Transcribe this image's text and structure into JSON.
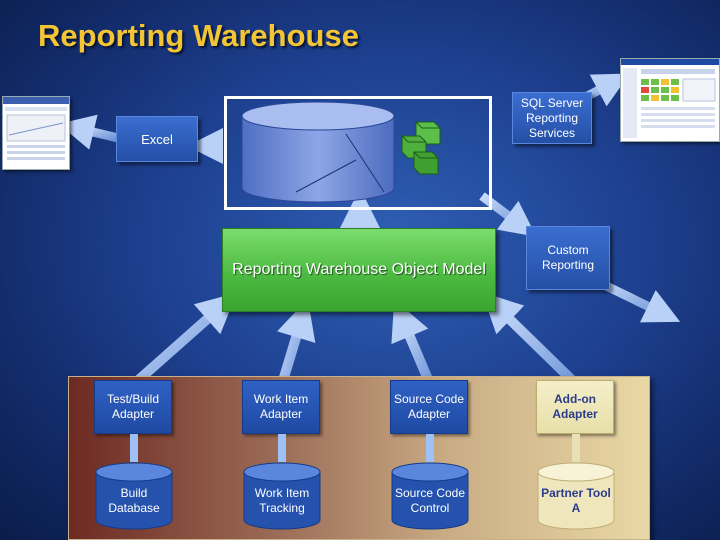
{
  "title": "Reporting Warehouse",
  "excel_label": "Excel",
  "ssrs_label": "SQL Server Reporting Services",
  "object_model_label": "Reporting Warehouse Object Model",
  "custom_reporting_label": "Custom Reporting",
  "adapters": [
    {
      "label": "Test/Build Adapter",
      "source": "Build Database"
    },
    {
      "label": "Work Item Adapter",
      "source": "Work Item Tracking"
    },
    {
      "label": "Source Code Adapter",
      "source": "Source Code Control"
    },
    {
      "label": "Add-on Adapter",
      "source": "Partner Tool A"
    }
  ],
  "colors": {
    "title": "#f3c535",
    "object_model": "#4dbb42",
    "adapter_blue": "#2f61c4",
    "addon_cream": "#f4efc9",
    "arrow": "#8fb3ee"
  },
  "icons": {
    "warehouse": "database-cylinder-icon",
    "cube": "olap-cube-icon",
    "excel_report": "report-screenshot-icon",
    "ssrs_report": "dashboard-screenshot-icon"
  }
}
